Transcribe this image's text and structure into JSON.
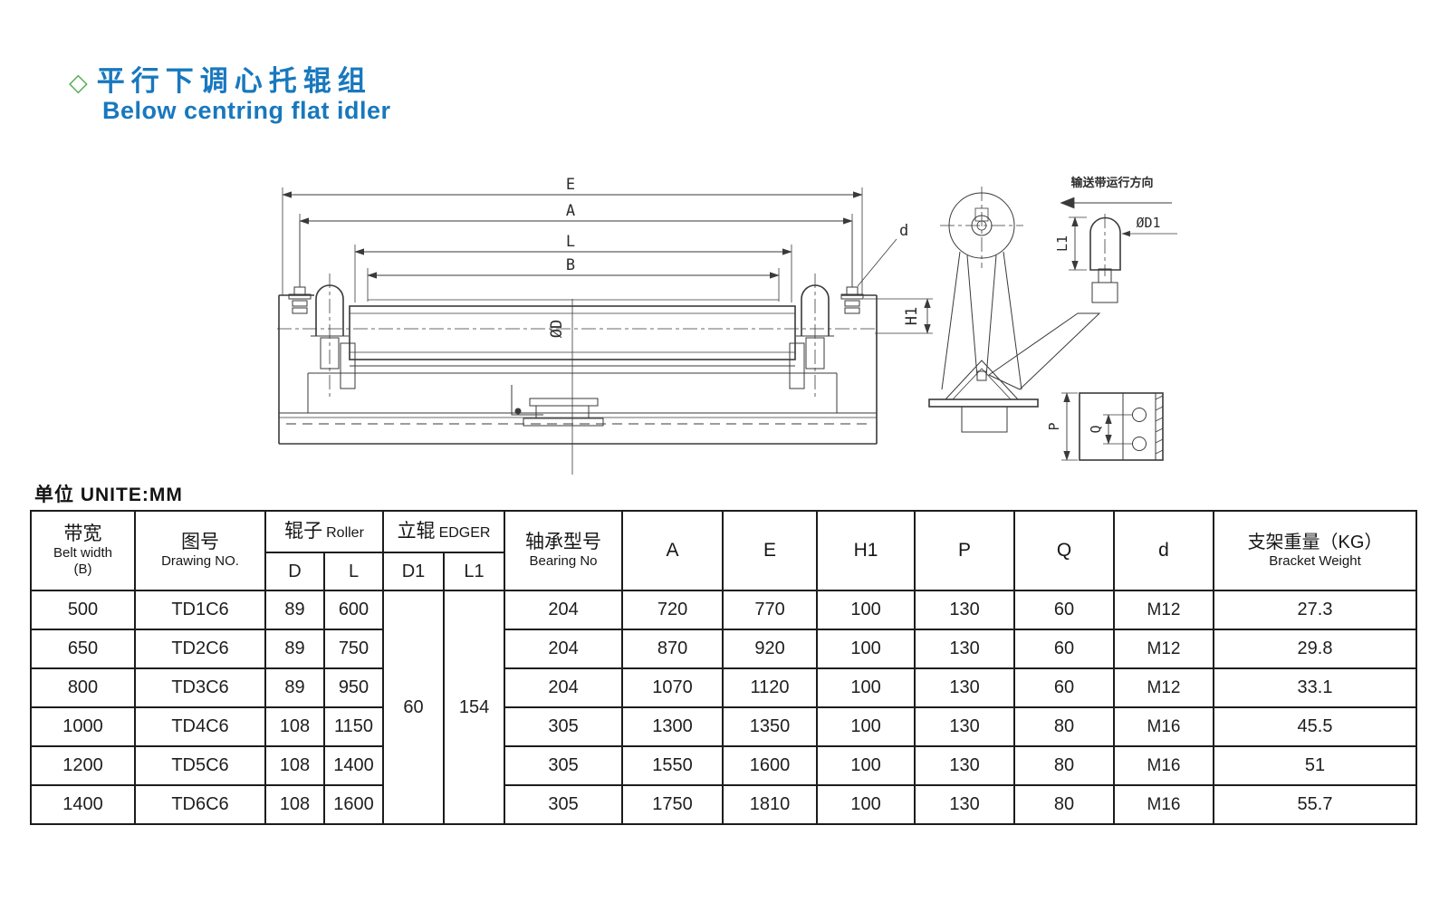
{
  "colors": {
    "title_blue": "#1878be",
    "diamond_green": "#55ab55",
    "line_dark": "#3a3a3a"
  },
  "header": {
    "diamond_icon": "◇",
    "title_zh": "平行下调心托辊组",
    "title_en": "Below centring flat idler"
  },
  "unit_note": "单位 UNITE:MM",
  "drawing": {
    "direction_note": "输送带运行方向",
    "dim_labels": {
      "E": "E",
      "A": "A",
      "L": "L",
      "B": "B",
      "OD": "ØD",
      "d": "d",
      "H1": "H1",
      "L1": "L1",
      "OD1": "ØD1",
      "P": "P",
      "Q": "Q"
    }
  },
  "table": {
    "headers": {
      "belt_width_zh": "带宽",
      "belt_width_en": "Belt width",
      "belt_width_sub": "(B)",
      "drawing_no_zh": "图号",
      "drawing_no_en": "Drawing NO.",
      "roller_group_zh": "辊子",
      "roller_group_en": "Roller",
      "roller_d": "D",
      "roller_l": "L",
      "edger_group_zh": "立辊",
      "edger_group_en": "EDGER",
      "edger_d1": "D1",
      "edger_l1": "L1",
      "bearing_zh": "轴承型号",
      "bearing_en": "Bearing No",
      "col_a": "A",
      "col_e": "E",
      "col_h1": "H1",
      "col_p": "P",
      "col_q": "Q",
      "col_d": "d",
      "weight_zh": "支架重量（KG）",
      "weight_en": "Bracket Weight"
    },
    "edger_values": {
      "d1": "60",
      "l1": "154"
    },
    "rows": [
      {
        "belt": "500",
        "no": "TD1C6",
        "d": "89",
        "l": "600",
        "bearing": "204",
        "a": "720",
        "e": "770",
        "h1": "100",
        "p": "130",
        "q": "60",
        "bolt": "M12",
        "weight": "27.3"
      },
      {
        "belt": "650",
        "no": "TD2C6",
        "d": "89",
        "l": "750",
        "bearing": "204",
        "a": "870",
        "e": "920",
        "h1": "100",
        "p": "130",
        "q": "60",
        "bolt": "M12",
        "weight": "29.8"
      },
      {
        "belt": "800",
        "no": "TD3C6",
        "d": "89",
        "l": "950",
        "bearing": "204",
        "a": "1070",
        "e": "1120",
        "h1": "100",
        "p": "130",
        "q": "60",
        "bolt": "M12",
        "weight": "33.1"
      },
      {
        "belt": "1000",
        "no": "TD4C6",
        "d": "108",
        "l": "1150",
        "bearing": "305",
        "a": "1300",
        "e": "1350",
        "h1": "100",
        "p": "130",
        "q": "80",
        "bolt": "M16",
        "weight": "45.5"
      },
      {
        "belt": "1200",
        "no": "TD5C6",
        "d": "108",
        "l": "1400",
        "bearing": "305",
        "a": "1550",
        "e": "1600",
        "h1": "100",
        "p": "130",
        "q": "80",
        "bolt": "M16",
        "weight": "51"
      },
      {
        "belt": "1400",
        "no": "TD6C6",
        "d": "108",
        "l": "1600",
        "bearing": "305",
        "a": "1750",
        "e": "1810",
        "h1": "100",
        "p": "130",
        "q": "80",
        "bolt": "M16",
        "weight": "55.7"
      }
    ]
  }
}
